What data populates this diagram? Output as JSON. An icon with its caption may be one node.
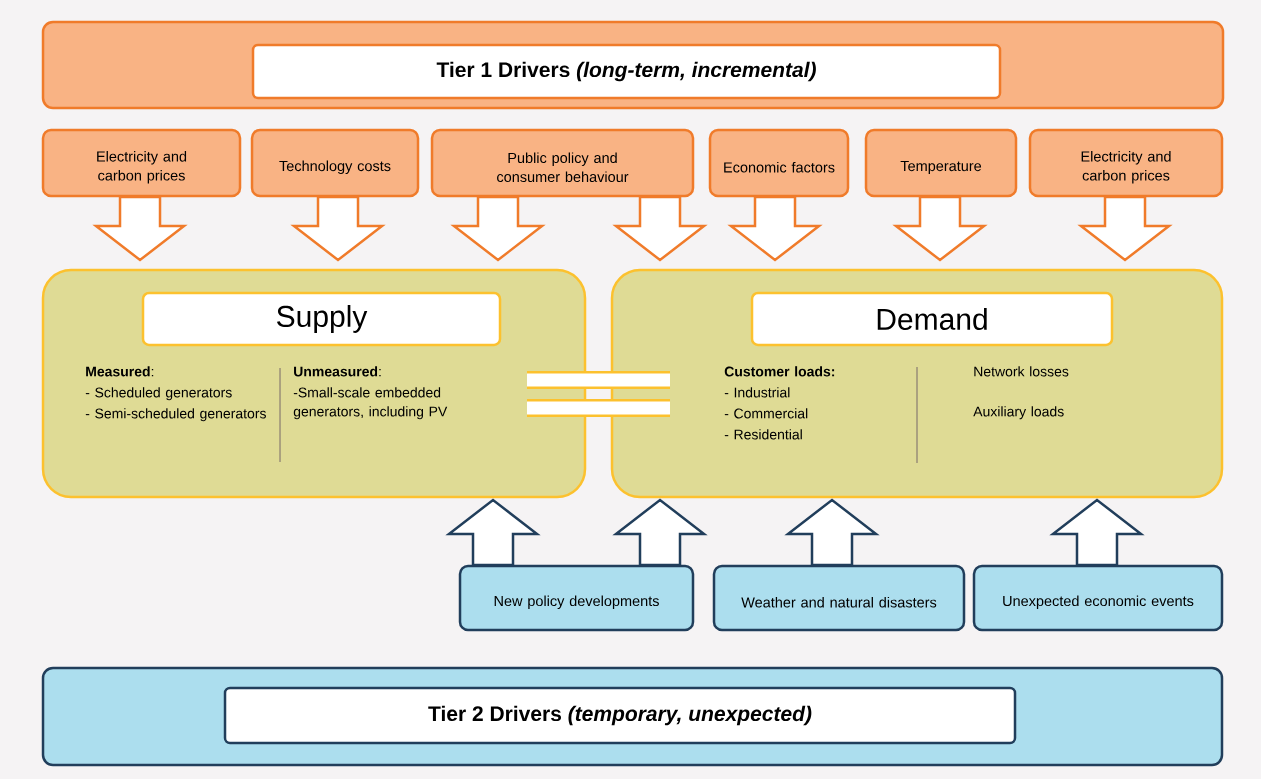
{
  "diagram": {
    "nodes": [
      {
        "text": [
          "Tier 1 Drivers *(long-term, incremental)*"
        ]
      },
      {
        "text": [
          "Electricity and carbon prices"
        ]
      },
      {
        "text": [
          "Technology costs"
        ]
      },
      {
        "text": [
          "Public policy and consumer behaviour"
        ]
      },
      {
        "text": [
          "Economic factors"
        ]
      },
      {
        "text": [
          "Temperature"
        ]
      },
      {
        "text": [
          "Electricity and carbon prices"
        ]
      },
      {
        "text": [
          "Supply",
          "**Measured**:",
          "- Scheduled generators",
          "- Semi-scheduled generators",
          "**Unmeasured**:",
          "-Small-scale embedded generators, including PV"
        ]
      },
      {
        "text": [
          "Demand",
          "Customer loads:",
          "- Industrial",
          "- Commercial",
          "- Residential",
          "Network losses",
          "Auxiliary loads"
        ]
      },
      {
        "text": [
          "New policy developments"
        ]
      },
      {
        "text": [
          "Weather and natural disasters"
        ]
      },
      {
        "text": [
          "Unexpected economic events"
        ]
      },
      {
        "text": [
          "Tier 2 Drivers *(temporary, unexpected)*"
        ]
      }
    ],
    "edges": [
      {
        "from": 1,
        "to": 7,
        "arrow": "to"
      },
      {
        "from": 2,
        "to": 7,
        "arrow": "to"
      },
      {
        "from": 3,
        "to": 7,
        "arrow": "to"
      },
      {
        "from": 3,
        "to": 8,
        "arrow": "to"
      },
      {
        "from": 4,
        "to": 8,
        "arrow": "to"
      },
      {
        "from": 5,
        "to": 8,
        "arrow": "to"
      },
      {
        "from": 6,
        "to": 8,
        "arrow": "to"
      },
      {
        "from": 7,
        "to": 8,
        "arrow": "none"
      },
      {
        "from": 9,
        "to": 7,
        "arrow": "to"
      },
      {
        "from": 9,
        "to": 8,
        "arrow": "to"
      },
      {
        "from": 10,
        "to": 8,
        "arrow": "to"
      },
      {
        "from": 11,
        "to": 8,
        "arrow": "to"
      }
    ]
  }
}
